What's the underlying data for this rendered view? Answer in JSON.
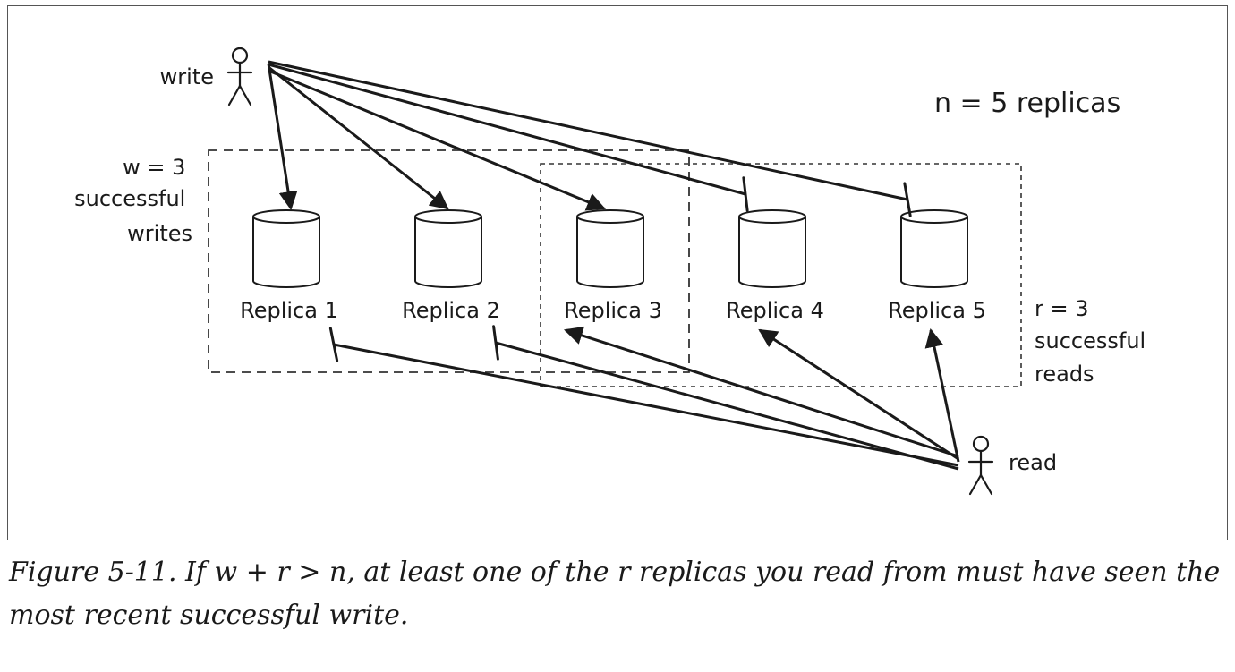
{
  "diagram": {
    "n_label": "n = 5 replicas",
    "writer": {
      "label": "write"
    },
    "reader": {
      "label": "read"
    },
    "write_quorum": [
      "w = 3",
      "successful",
      "writes"
    ],
    "read_quorum": [
      "r = 3",
      "successful",
      "reads"
    ],
    "replicas": [
      {
        "label": "Replica 1",
        "write_ok": true,
        "read_ok": false
      },
      {
        "label": "Replica 2",
        "write_ok": true,
        "read_ok": false
      },
      {
        "label": "Replica 3",
        "write_ok": true,
        "read_ok": true
      },
      {
        "label": "Replica 4",
        "write_ok": false,
        "read_ok": true
      },
      {
        "label": "Replica 5",
        "write_ok": false,
        "read_ok": true
      }
    ],
    "colors": {
      "ink": "#1a1a1a",
      "border": "#555555"
    }
  },
  "caption": "Figure 5-11. If w + r > n, at least one of the r replicas you read from must have seen the most recent successful write."
}
